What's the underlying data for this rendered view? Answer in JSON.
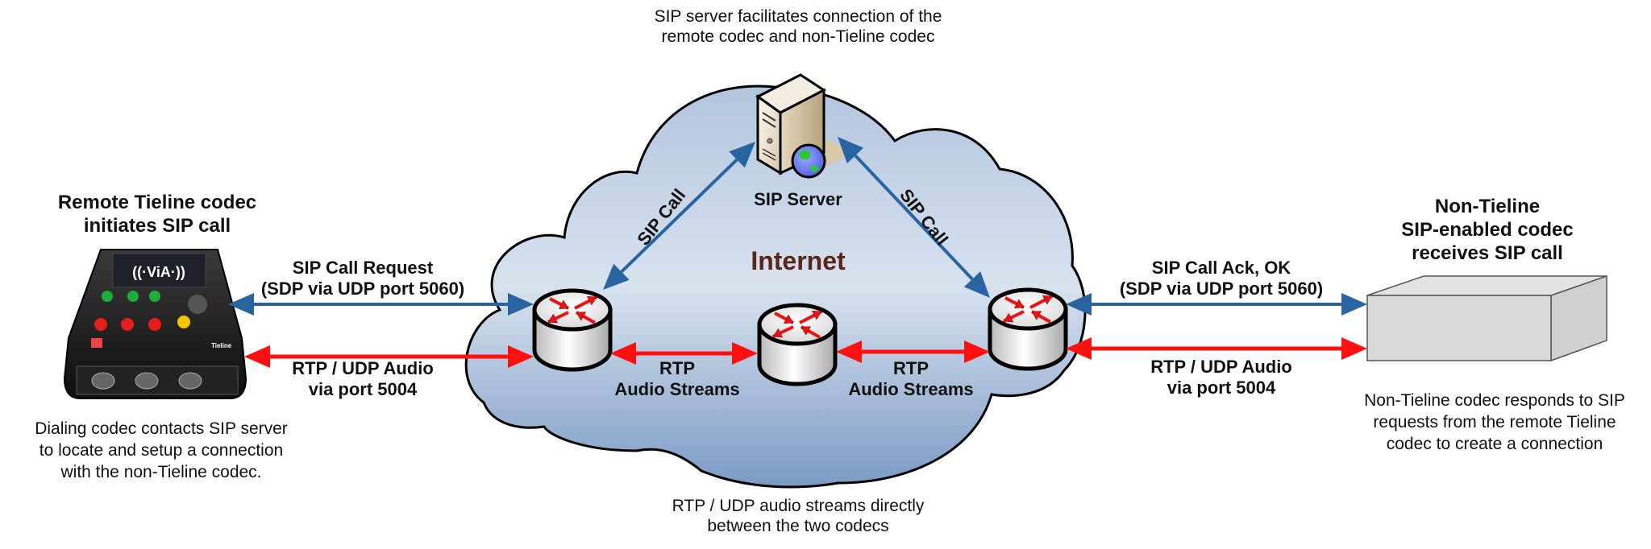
{
  "title": "Tieline SIP call flow via SIP server",
  "colors": {
    "sip_arrow": "#2a64a0",
    "rtp_arrow": "#ff1010",
    "cloud_top": "#b7c9e0",
    "cloud_mid": "#d6e0ee",
    "cloud_bottom": "#7f9ec6",
    "internet_text": "#5b2617",
    "box_fill": "#d9d9d9"
  },
  "top_caption": {
    "line1": "SIP server facilitates connection of the",
    "line2": "remote codec and non-Tieline codec"
  },
  "cloud": {
    "label": "Internet",
    "server_label": "SIP Server",
    "server_icon": "server-with-globe-icon",
    "router_icon": "router-icon"
  },
  "left_device": {
    "title_line1": "Remote Tieline codec",
    "title_line2": "initiates SIP call",
    "screen_text": "((·ViA·))",
    "brand": "Tieline",
    "caption_line1": "Dialing codec contacts SIP server",
    "caption_line2": "to locate and setup a connection",
    "caption_line3": "with the non-Tieline codec."
  },
  "right_device": {
    "title_line1": "Non-Tieline",
    "title_line2": "SIP-enabled codec",
    "title_line3": "receives SIP call",
    "caption_line1": "Non-Tieline codec responds to SIP",
    "caption_line2": "requests from the remote Tieline",
    "caption_line3": "codec to create a connection"
  },
  "links": {
    "left_sip_line1": "SIP Call Request",
    "left_sip_line2": "(SDP via UDP port 5060)",
    "left_rtp_line1": "RTP / UDP Audio",
    "left_rtp_line2": "via port 5004",
    "right_sip_line1": "SIP Call Ack, OK",
    "right_sip_line2": "(SDP via UDP port 5060)",
    "right_rtp_line1": "RTP / UDP Audio",
    "right_rtp_line2": "via port 5004",
    "sip_call_left": "SIP Call",
    "sip_call_right": "SIP Call",
    "rtp_mid_left_line1": "RTP",
    "rtp_mid_left_line2": "Audio Streams",
    "rtp_mid_right_line1": "RTP",
    "rtp_mid_right_line2": "Audio Streams"
  },
  "bottom_caption": {
    "line1": "RTP / UDP audio streams directly",
    "line2": "between the two codecs"
  }
}
